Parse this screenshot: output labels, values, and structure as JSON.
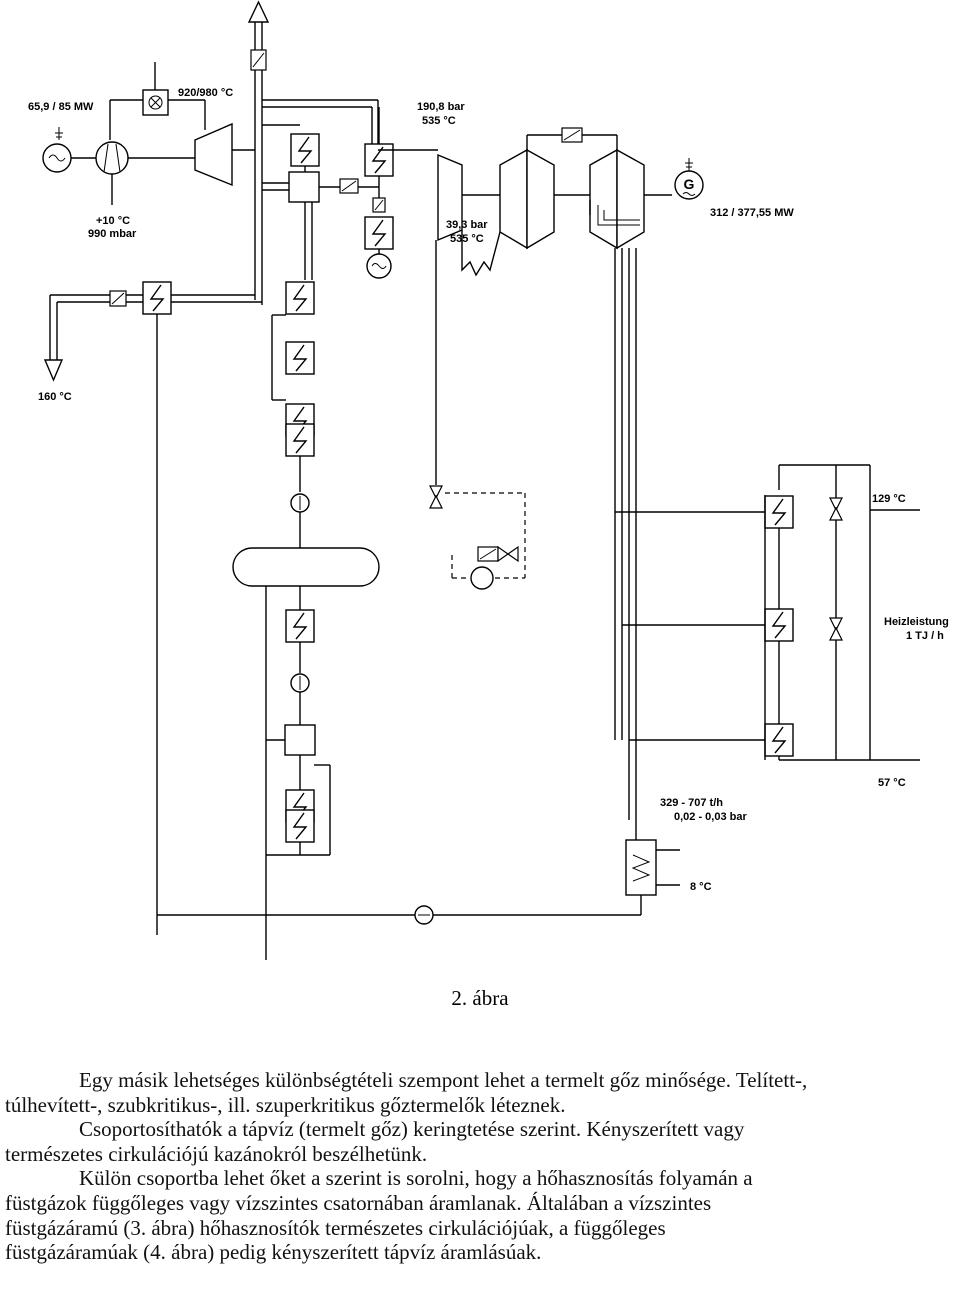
{
  "diagram": {
    "labels": {
      "gas_turbine_power": "65,9 / 85 MW",
      "gas_turbine_temp": "920/980 °C",
      "hp_steam_pressure": "190,8 bar",
      "hp_steam_temp": "535 °C",
      "ambient_temp": "+10 °C",
      "ambient_pressure": "990 mbar",
      "ip_steam_pressure": "39,3 bar",
      "ip_steam_temp": "535 °C",
      "steam_turbine_power": "312 / 377,55 MW",
      "exhaust_temp": "160 °C",
      "district_supply_temp": "129 °C",
      "heat_output_title": "Heizleistung",
      "heat_output_value": "1 TJ / h",
      "district_return_temp": "57 °C",
      "cooling_flow": "329 - 707 t/h",
      "condenser_pressure": "0,02 - 0,03 bar",
      "cooling_water_temp": "8 °C",
      "generator_letter": "G"
    }
  },
  "caption": "2. ábra",
  "paragraphs": [
    {
      "indent": "Egy másik lehetséges különbségtételi szempont lehet a termelt gőz minősége. Telített-,",
      "rest": "túlhevített-, szubkritikus-, ill. szuperkritikus gőztermelők léteznek."
    },
    {
      "indent": "Csoportosíthatók a tápvíz (termelt gőz) keringtetése szerint. Kényszerített vagy",
      "rest": "természetes cirkulációjú kazánokról beszélhetünk."
    },
    {
      "indent": "Külön csoportba lehet őket a szerint is sorolni, hogy a hőhasznosítás folyamán a",
      "rest1": "füstgázok függőleges vagy vízszintes csatornában áramlanak. Általában a vízszintes",
      "rest2": "füstgázáramú (3. ábra) hőhasznosítók természetes cirkulációjúak, a függőleges",
      "rest3": "füstgázáramúak (4. ábra) pedig kényszerített tápvíz áramlásúak."
    }
  ]
}
